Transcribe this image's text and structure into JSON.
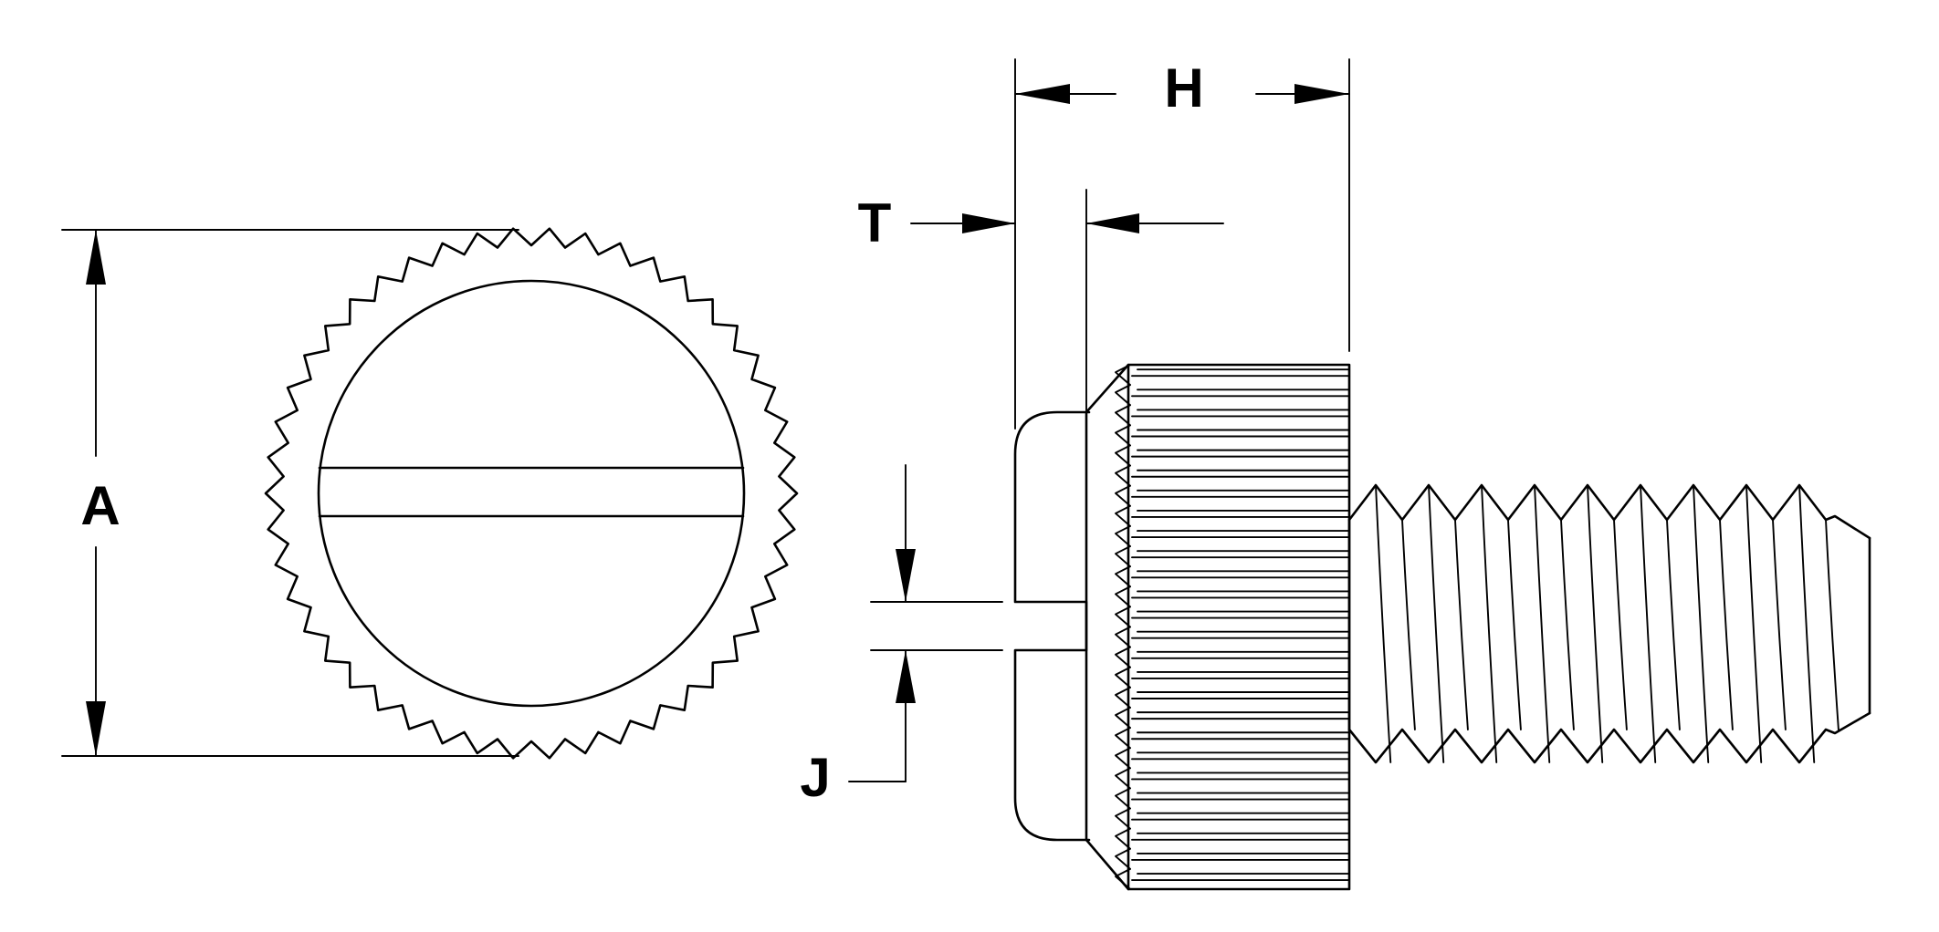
{
  "labels": {
    "a": "A",
    "h": "H",
    "t": "T",
    "j": "J"
  },
  "colors": {
    "line": "#000000",
    "background": "#ffffff"
  }
}
